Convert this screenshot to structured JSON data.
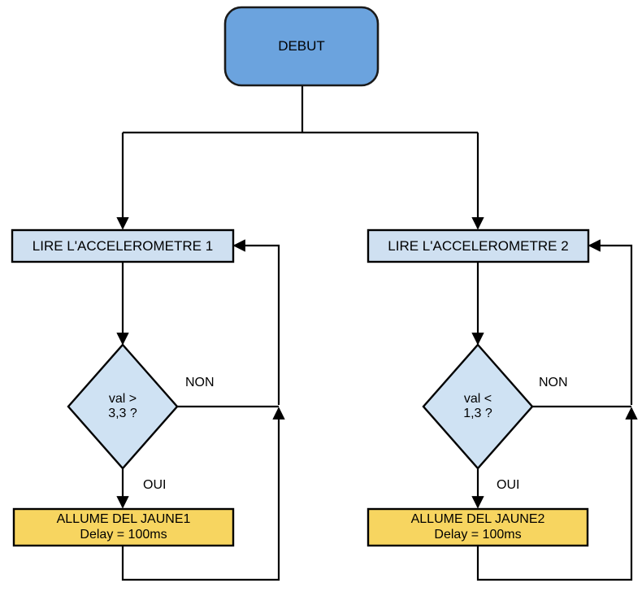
{
  "diagram": {
    "type": "flowchart",
    "title": "",
    "colors": {
      "start_fill": "#6ba3de",
      "start_stroke": "#1a1a1a",
      "process_fill": "#cfe0f1",
      "process_stroke": "#000000",
      "decision_fill": "#cfe2f3",
      "decision_stroke": "#000000",
      "action_fill": "#f7d560",
      "action_stroke": "#000000",
      "edge_stroke": "#000000",
      "background": "#ffffff"
    },
    "nodes": {
      "start": {
        "label": "DEBUT",
        "shape": "rounded-rectangle"
      },
      "read_accel_1": {
        "label": "LIRE L'ACCELEROMETRE 1",
        "shape": "rectangle"
      },
      "read_accel_2": {
        "label": "LIRE L'ACCELEROMETRE 2",
        "shape": "rectangle"
      },
      "decision_1": {
        "line1": "val >",
        "line2": "3,3 ?",
        "shape": "diamond"
      },
      "decision_2": {
        "line1": "val <",
        "line2": "1,3 ?",
        "shape": "diamond"
      },
      "action_1": {
        "line1": "ALLUME DEL JAUNE1",
        "line2": "Delay = 100ms",
        "shape": "rectangle"
      },
      "action_2": {
        "line1": "ALLUME DEL JAUNE2",
        "line2": "Delay = 100ms",
        "shape": "rectangle"
      }
    },
    "edge_labels": {
      "branch1_no": "NON",
      "branch1_yes": "OUI",
      "branch2_no": "NON",
      "branch2_yes": "OUI"
    }
  }
}
